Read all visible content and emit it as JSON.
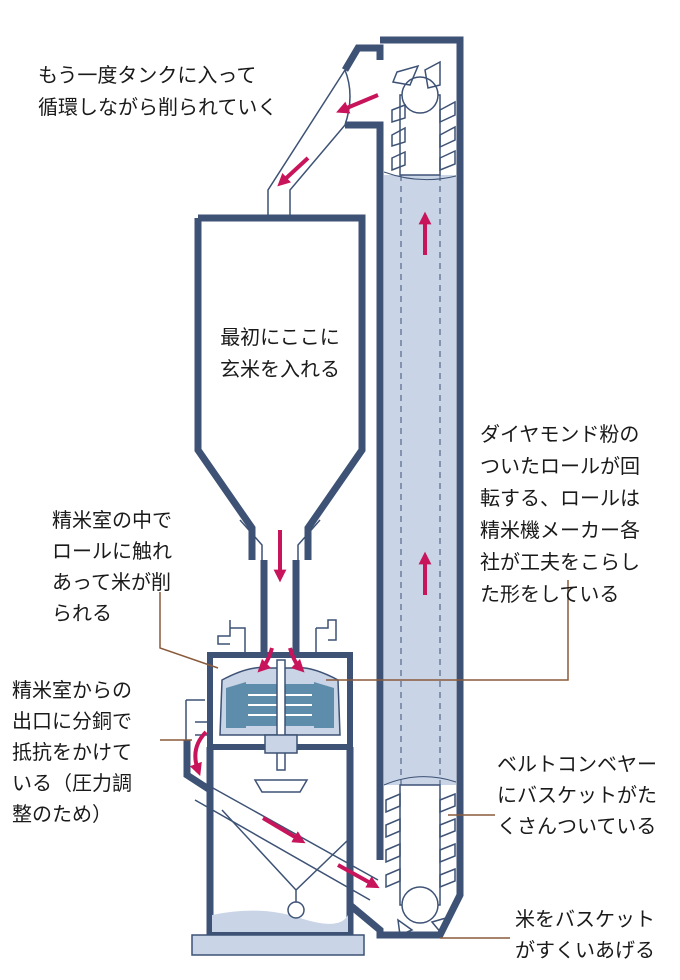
{
  "labels": {
    "recirculate": [
      "もう一度タンクに入って",
      "循環しながら削られていく"
    ],
    "tank": [
      "最初にここに",
      "玄米を入れる"
    ],
    "roll": [
      "ダイヤモンド粉の",
      "ついたロールが回",
      "転する、ロールは",
      "精米機メーカー各",
      "社が工夫をこらし",
      "た形をしている"
    ],
    "chamber": [
      "精米室の中で",
      "ロールに触れ",
      "あって米が削",
      "られる"
    ],
    "outlet": [
      "精米室からの",
      "出口に分銅で",
      "抵抗をかけて",
      "いる（圧力調",
      "整のため）"
    ],
    "belt": [
      "ベルトコンベヤー",
      "にバスケットがた",
      "くさんついている"
    ],
    "bucket": [
      "米をバスケット",
      "がすくいあげる"
    ]
  },
  "colors": {
    "frame": "#3d5275",
    "arrow": "#c8145a",
    "belt": "#c9d4e6",
    "roller": "#5e8cab"
  }
}
